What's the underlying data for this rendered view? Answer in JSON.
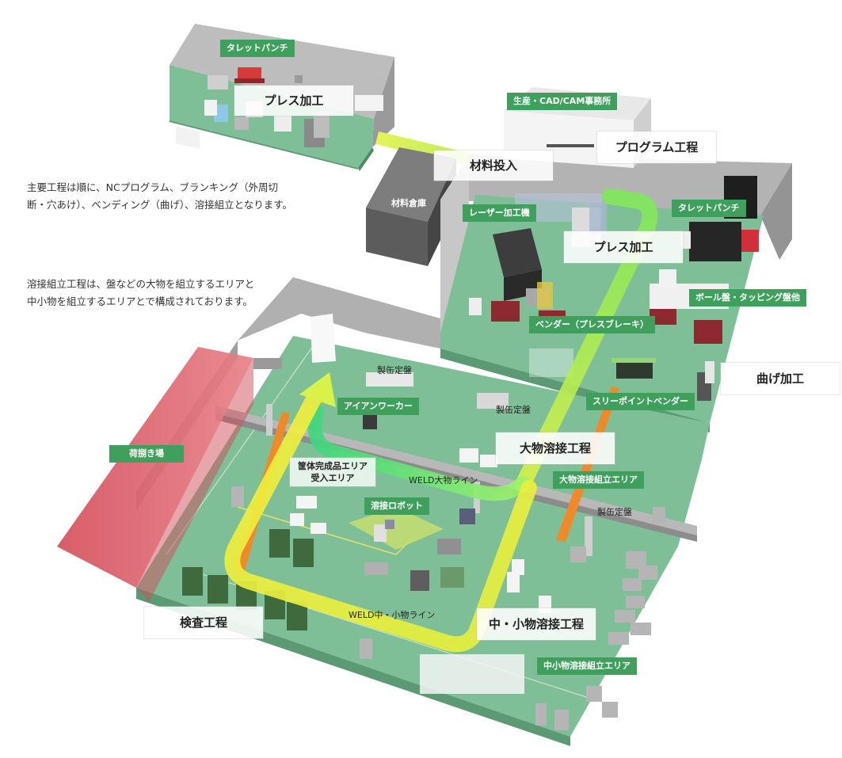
{
  "description": {
    "para1_line1": "主要工程は順に、NCプログラム、ブランキング（外周切",
    "para1_line2": "断・穴あけ）、ベンディング（曲げ）、溶接組立となります。",
    "para2_line1": "溶接組立工程は、盤などの大物を組立するエリアと",
    "para2_line2": "中小物を組立するエリアとで構成されております。"
  },
  "process_labels": {
    "press_top": "プレス加工",
    "material_input": "材料投入",
    "program": "プログラム工程",
    "press_mid": "プレス加工",
    "bending": "曲げ加工",
    "large_welding": "大物溶接工程",
    "small_welding": "中・小物溶接工程",
    "inspection": "検査工程"
  },
  "area_tags": {
    "turret_punch_top": "タレットパンチ",
    "cad_office": "生産・CAD/CAM事務所",
    "laser": "レーザー加工機",
    "turret_punch_right": "タレットパンチ",
    "drilling_tapping": "ボール盤・タッピング盤他",
    "bender": "ベンダー（プレスブレーキ）",
    "three_point_bender": "スリーポイントベンダー",
    "iron_worker": "アイアンワーカー",
    "large_weld_assembly": "大物溶接組立エリア",
    "welding_robot": "溶接ロボット",
    "small_weld_assembly": "中小物溶接組立エリア",
    "unloading": "荷捌き場"
  },
  "text_labels": {
    "material_warehouse": "材料倉庫",
    "can_plate_1": "製缶定盤",
    "can_plate_2": "製缶定盤",
    "can_plate_3": "製缶定盤",
    "receive_area_line1": "筐体完成品エリア",
    "receive_area_line2": "受入エリア",
    "weld_large_line": "WELD大物ライン",
    "weld_small_line": "WELD中・小物ライン"
  },
  "colors": {
    "floor": "#7dbe99",
    "floor_dark": "#5fa37e",
    "wall": "#a3a3a3",
    "wall_light": "#c4c4c4",
    "tag_green": "#3f9f5c",
    "flow_yellow": "#f2ee3e",
    "flow_green": "#8ee85a",
    "unloading_red": "#d65a64",
    "rail_orange": "#f08a28"
  }
}
